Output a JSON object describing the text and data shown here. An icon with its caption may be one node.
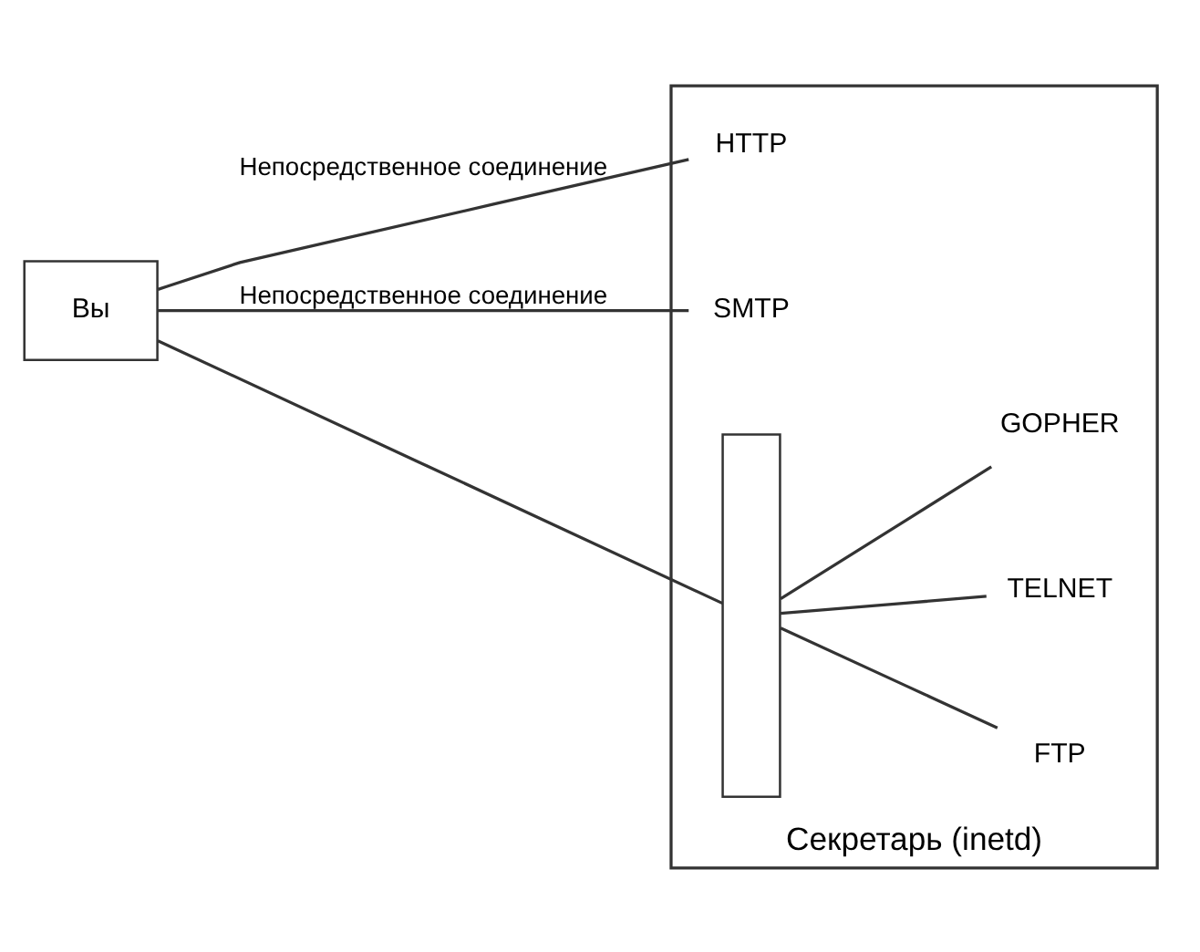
{
  "diagram": {
    "nodes": [
      {
        "text": [
          "Вы"
        ]
      },
      {
        "text": [
          "Секретарь (inetd)"
        ]
      },
      {
        "text": [
          "HTTP"
        ],
        "in": 1
      },
      {
        "text": [
          "SMTP"
        ],
        "in": 1
      },
      {
        "text": [],
        "shape": "box",
        "in": 1
      },
      {
        "text": [
          "FTP"
        ],
        "in": 1
      },
      {
        "text": [
          "TELNET"
        ],
        "in": 1
      },
      {
        "text": [
          "GOPHER"
        ],
        "in": 1
      }
    ],
    "edges": [
      {
        "from": 0,
        "to": 2,
        "arrow": "none",
        "label": "Непосредственное соединение"
      },
      {
        "from": 0,
        "to": 3,
        "arrow": "none",
        "label": "Непосредственное соединение"
      },
      {
        "from": 0,
        "to": 4,
        "arrow": "none"
      },
      {
        "from": 4,
        "to": 5,
        "arrow": "none"
      },
      {
        "from": 4,
        "to": 6,
        "arrow": "none"
      },
      {
        "from": 4,
        "to": 7,
        "arrow": "none"
      }
    ]
  }
}
